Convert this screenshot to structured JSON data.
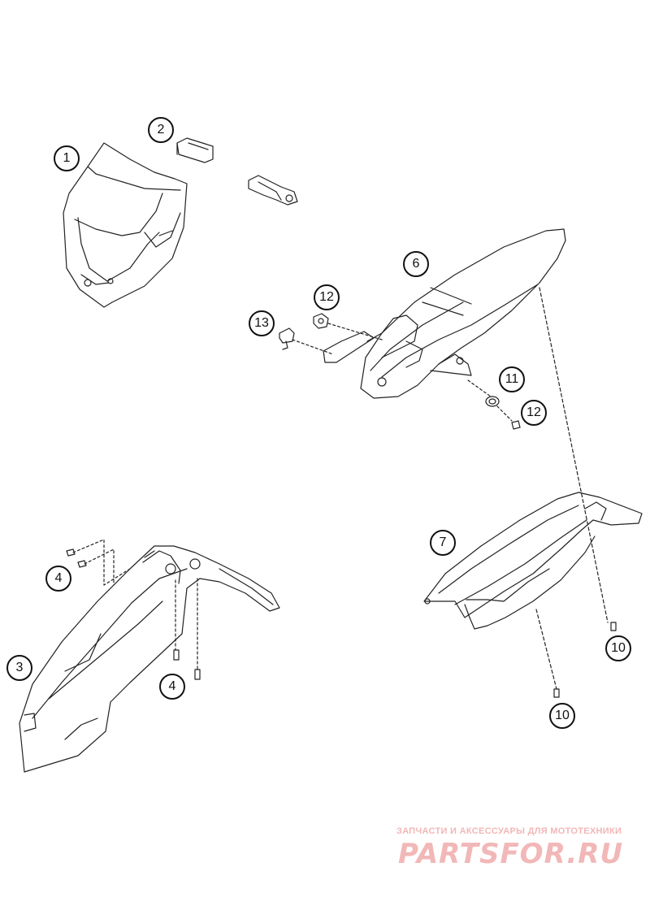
{
  "callouts": {
    "c1": "1",
    "c2": "2",
    "c3": "3",
    "c4a": "4",
    "c4b": "4",
    "c6": "6",
    "c7": "7",
    "c10a": "10",
    "c10b": "10",
    "c11": "11",
    "c12a": "12",
    "c12b": "12",
    "c13": "13"
  },
  "watermark": {
    "tagline": "ЗАПЧАСТИ И АКСЕССУАРЫ ДЛЯ МОТОТЕХНИКИ",
    "logo": "PARTSFOR.RU"
  },
  "colors": {
    "line": "#222222",
    "watermark": "#f2b7b7"
  }
}
